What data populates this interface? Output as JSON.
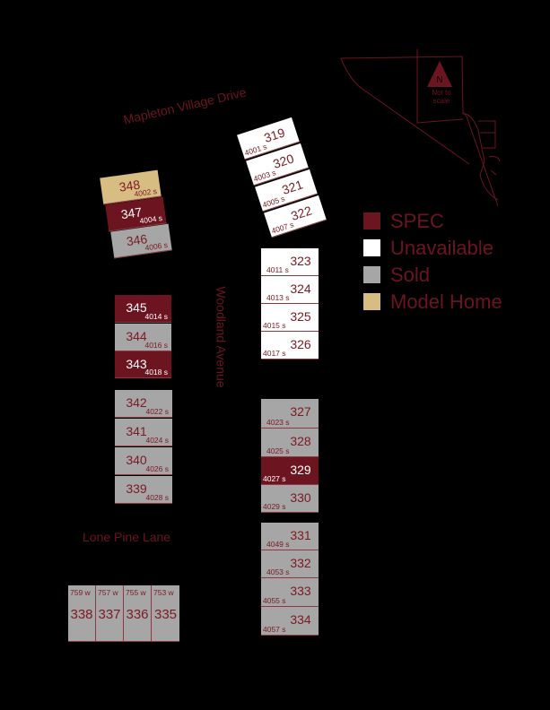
{
  "colors": {
    "spec": "#6c1520",
    "unavailable": "#ffffff",
    "sold": "#a6a6a6",
    "model_home": "#d8bd83",
    "text": "#7a1a22"
  },
  "roads": {
    "mapleton": "Mapleton Village Drive",
    "woodland": "Woodland Avenue",
    "lone_pine": "Lone Pine Lane"
  },
  "legend": [
    {
      "label": "SPEC",
      "status": "spec"
    },
    {
      "label": "Unavailable",
      "status": "unavailable"
    },
    {
      "label": "Sold",
      "status": "sold"
    },
    {
      "label": "Model Home",
      "status": "model_home"
    }
  ],
  "inset": {
    "north_label": "N",
    "note": "Not to scale"
  },
  "lots": {
    "l319": {
      "num": "319",
      "addr": "4001 s",
      "status": "unavailable"
    },
    "l320": {
      "num": "320",
      "addr": "4003 s",
      "status": "unavailable"
    },
    "l321": {
      "num": "321",
      "addr": "4005 s",
      "status": "unavailable"
    },
    "l322": {
      "num": "322",
      "addr": "4007 s",
      "status": "unavailable"
    },
    "l348": {
      "num": "348",
      "addr": "4002 s",
      "status": "model_home"
    },
    "l347": {
      "num": "347",
      "addr": "4004 s",
      "status": "spec"
    },
    "l346": {
      "num": "346",
      "addr": "4006 s",
      "status": "sold"
    },
    "l345": {
      "num": "345",
      "addr": "4014 s",
      "status": "spec"
    },
    "l344": {
      "num": "344",
      "addr": "4016 s",
      "status": "sold"
    },
    "l343": {
      "num": "343",
      "addr": "4018 s",
      "status": "spec"
    },
    "l342": {
      "num": "342",
      "addr": "4022 s",
      "status": "sold"
    },
    "l341": {
      "num": "341",
      "addr": "4024 s",
      "status": "sold"
    },
    "l340": {
      "num": "340",
      "addr": "4026 s",
      "status": "sold"
    },
    "l339": {
      "num": "339",
      "addr": "4028 s",
      "status": "sold"
    },
    "l323": {
      "num": "323",
      "addr": "4011 s",
      "status": "unavailable"
    },
    "l324": {
      "num": "324",
      "addr": "4013 s",
      "status": "unavailable"
    },
    "l325": {
      "num": "325",
      "addr": "4015 s",
      "status": "unavailable"
    },
    "l326": {
      "num": "326",
      "addr": "4017 s",
      "status": "unavailable"
    },
    "l327": {
      "num": "327",
      "addr": "4023 s",
      "status": "sold"
    },
    "l328": {
      "num": "328",
      "addr": "4025 s",
      "status": "sold"
    },
    "l329": {
      "num": "329",
      "addr": "4027 s",
      "status": "spec"
    },
    "l330": {
      "num": "330",
      "addr": "4029 s",
      "status": "sold"
    },
    "l331": {
      "num": "331",
      "addr": "4049 s",
      "status": "sold"
    },
    "l332": {
      "num": "332",
      "addr": "4053 s",
      "status": "sold"
    },
    "l333": {
      "num": "333",
      "addr": "4055 s",
      "status": "sold"
    },
    "l334": {
      "num": "334",
      "addr": "4057 s",
      "status": "sold"
    },
    "l338": {
      "num": "338",
      "addr": "759 w",
      "status": "sold"
    },
    "l337": {
      "num": "337",
      "addr": "757 w",
      "status": "sold"
    },
    "l336": {
      "num": "336",
      "addr": "755 w",
      "status": "sold"
    },
    "l335": {
      "num": "335",
      "addr": "753 w",
      "status": "sold"
    }
  }
}
